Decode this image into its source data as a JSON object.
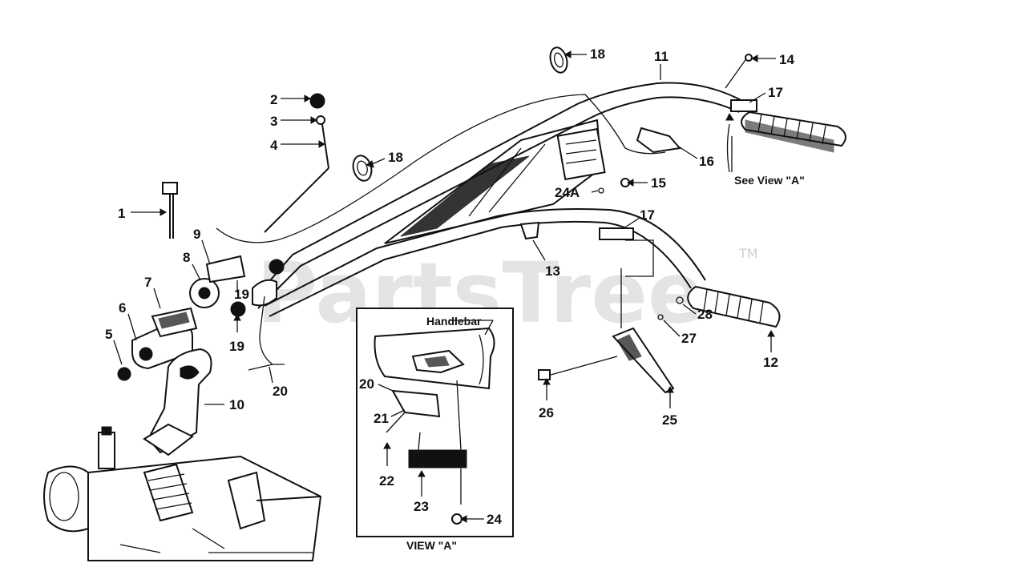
{
  "watermark": {
    "text": "PartsTree",
    "trademark": "TM"
  },
  "labels": {
    "l1": "1",
    "l2": "2",
    "l3": "3",
    "l4": "4",
    "l5": "5",
    "l6": "6",
    "l7": "7",
    "l8": "8",
    "l9": "9",
    "l10": "10",
    "l11": "11",
    "l12": "12",
    "l13": "13",
    "l14": "14",
    "l15": "15",
    "l16": "16",
    "l17a": "17",
    "l17b": "17",
    "l18a": "18",
    "l18b": "18",
    "l19a": "19",
    "l19b": "19",
    "l20a": "20",
    "l20b": "20",
    "l21": "21",
    "l22": "22",
    "l23": "23",
    "l24": "24",
    "l24a": "24A",
    "l25": "25",
    "l26": "26",
    "l27": "27",
    "l28": "28"
  },
  "callouts": {
    "see_view": "See View \"A\"",
    "handlebar": "Handlebar",
    "view_a": "VIEW \"A\""
  }
}
